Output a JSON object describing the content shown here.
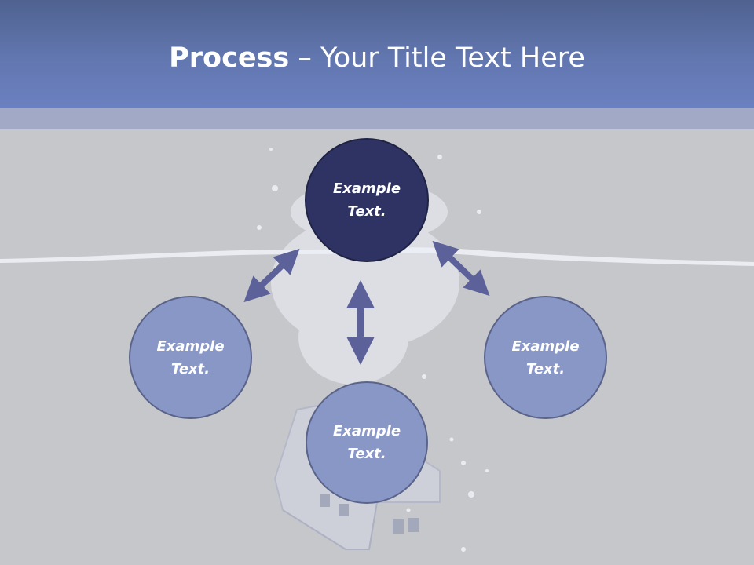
{
  "title": {
    "bold": "Process",
    "separator": " – ",
    "rest": "Your Title Text Here"
  },
  "nodes": {
    "top": "Example Text.",
    "left": "Example Text.",
    "right": "Example Text.",
    "bottom": "Example Text."
  },
  "colors": {
    "header": "#6277b0",
    "background": "#c6c7cb",
    "center_node": "#2e3363",
    "outer_node": "#8897c6",
    "arrow": "#5c6199"
  }
}
